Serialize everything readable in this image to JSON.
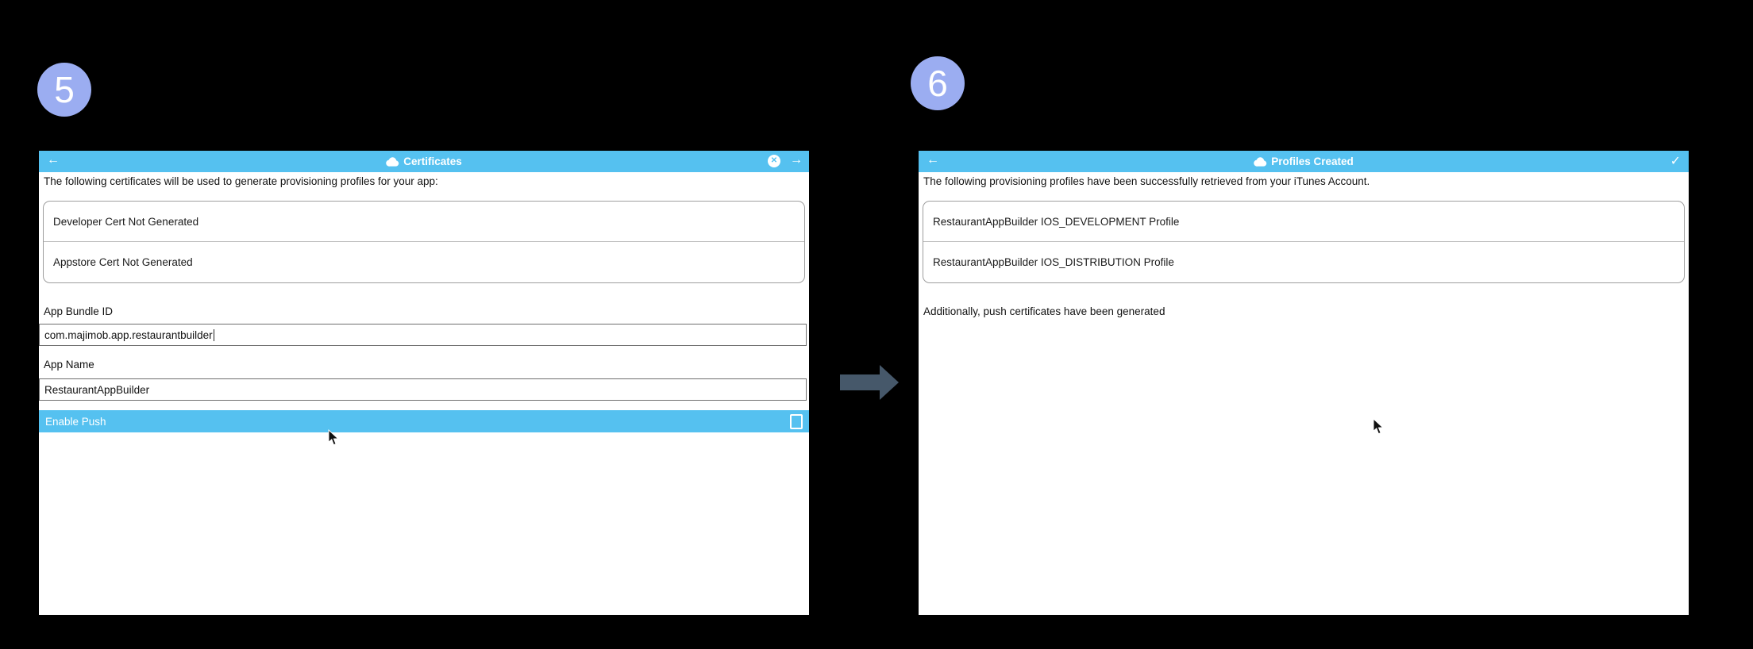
{
  "colors": {
    "header_blue": "#55c1f0",
    "badge_blue": "#9badf1",
    "arrow_gray": "#46586a"
  },
  "step5": {
    "badge": "5",
    "header": {
      "back_icon": "←",
      "title": "Certificates",
      "close_icon": "✕",
      "forward_icon": "→"
    },
    "description": "The following certificates will be used to generate provisioning profiles for your app:",
    "cert_list": [
      "Developer Cert Not Generated",
      "Appstore Cert Not Generated"
    ],
    "bundle_id_label": "App Bundle ID",
    "bundle_id_value": "com.majimob.app.restaurantbuilder",
    "app_name_label": "App Name",
    "app_name_value": "RestaurantAppBuilder",
    "enable_push_label": "Enable Push",
    "enable_push_checked": false
  },
  "step6": {
    "badge": "6",
    "header": {
      "back_icon": "←",
      "title": "Profiles Created",
      "confirm_icon": "✓"
    },
    "description": "The following provisioning profiles have been successfully retrieved from your iTunes Account.",
    "profile_list": [
      "RestaurantAppBuilder IOS_DEVELOPMENT Profile",
      "RestaurantAppBuilder IOS_DISTRIBUTION Profile"
    ],
    "note": "Additionally, push certificates have been generated"
  }
}
